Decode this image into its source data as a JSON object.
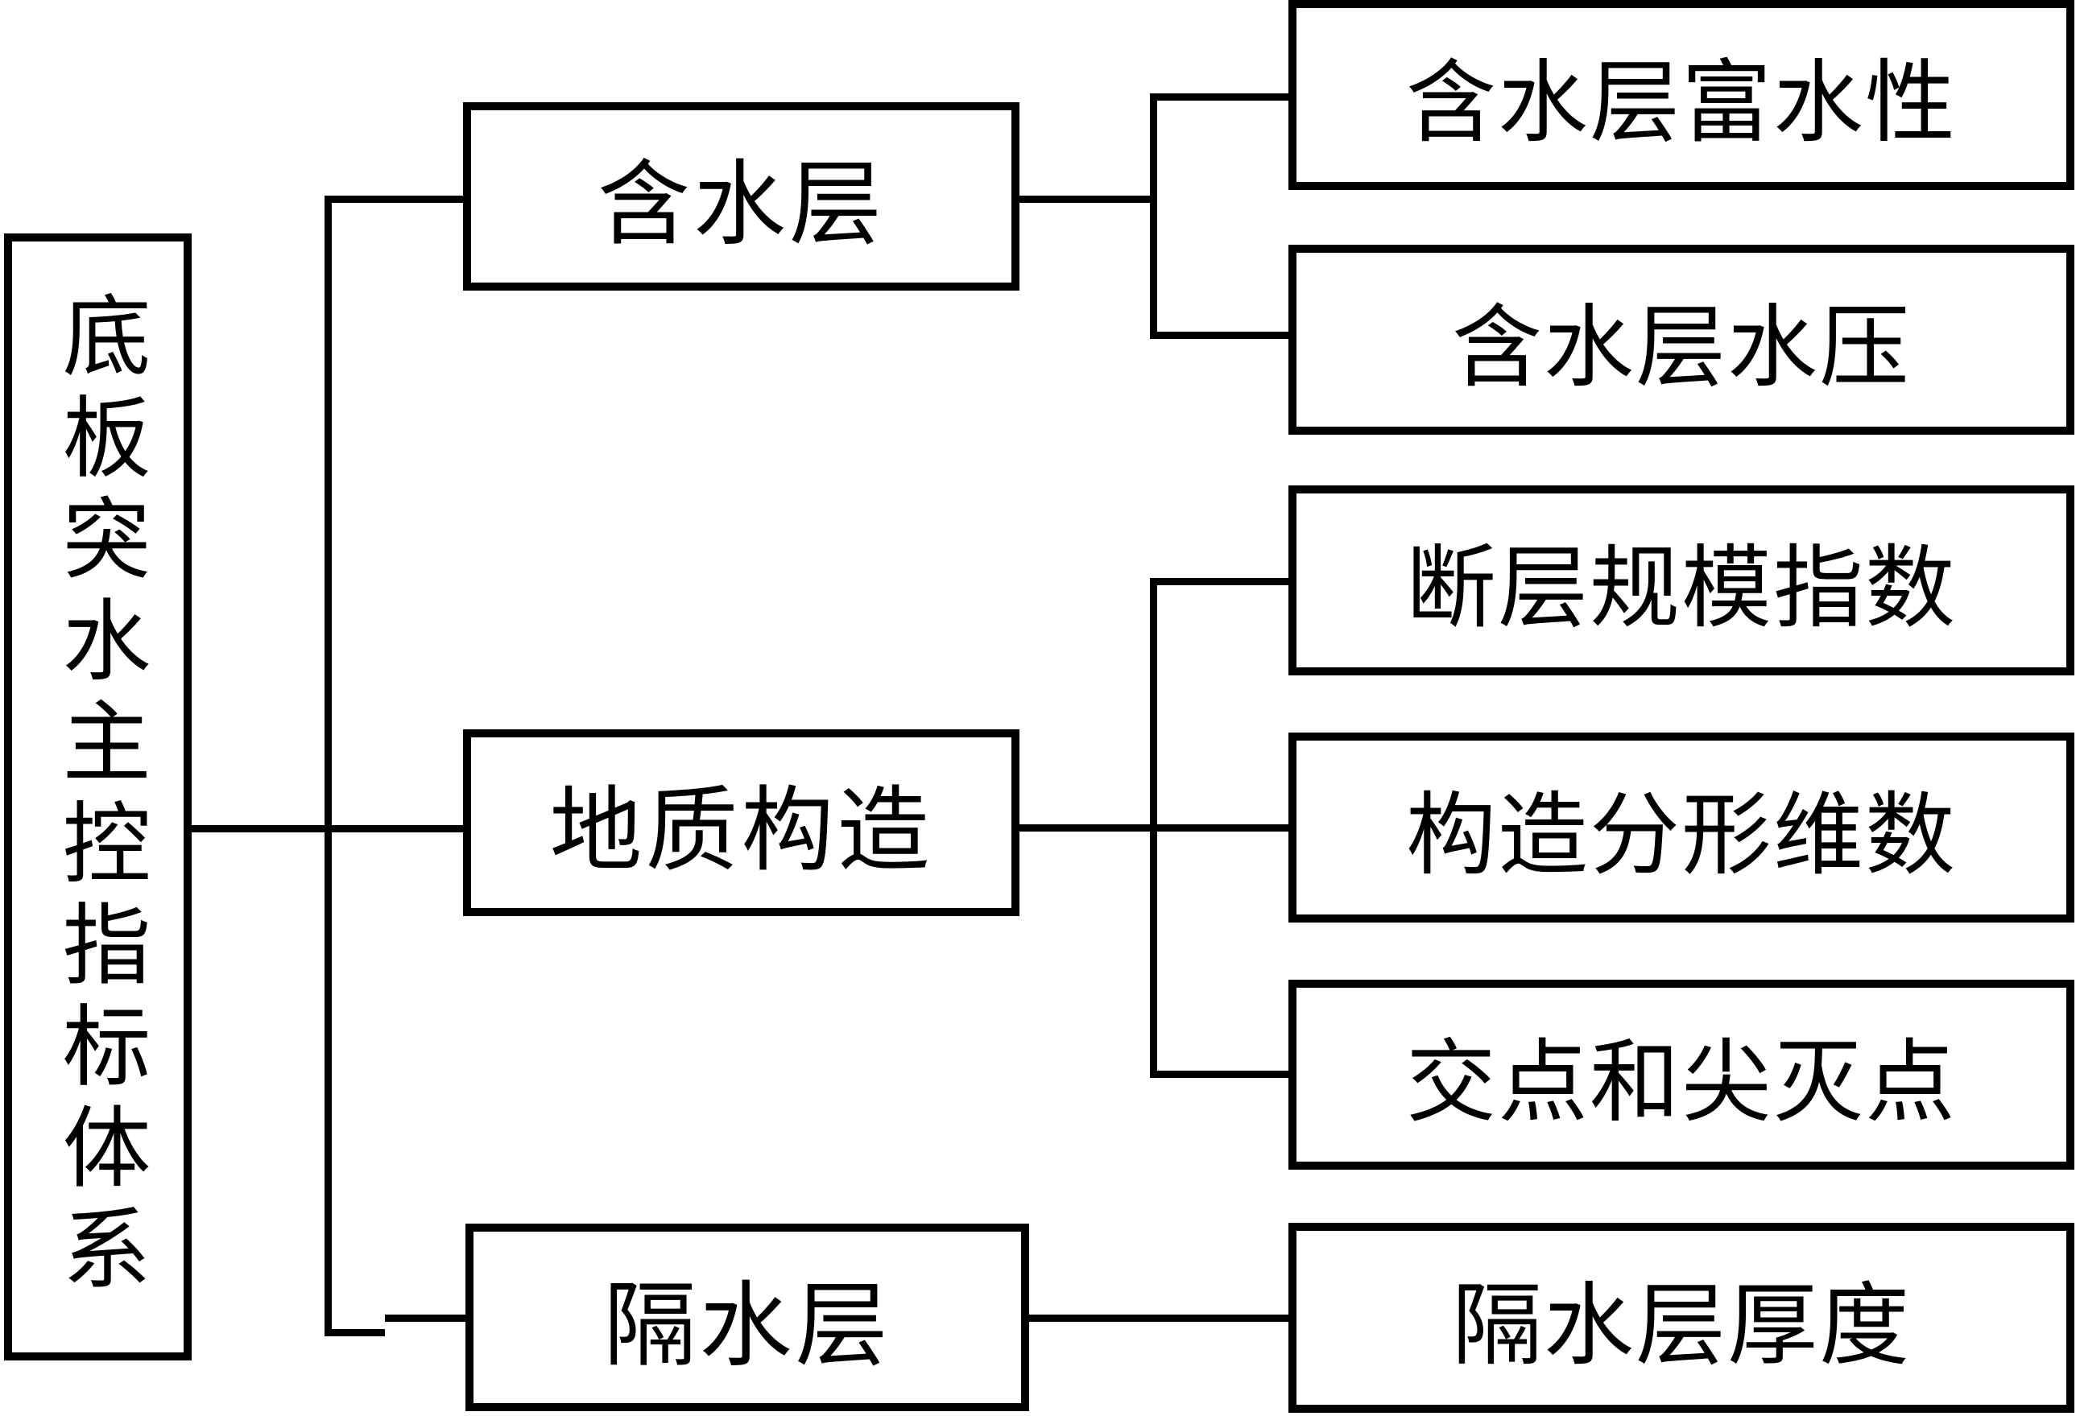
{
  "diagram": {
    "root": {
      "label": "底板突水主控指标体系"
    },
    "groups": [
      {
        "label": "含水层",
        "children": [
          "含水层富水性",
          "含水层水压"
        ]
      },
      {
        "label": "地质构造",
        "children": [
          "断层规模指数",
          "构造分形维数",
          "交点和尖灭点"
        ]
      },
      {
        "label": "隔水层",
        "children": [
          "隔水层厚度"
        ]
      }
    ],
    "colors": {
      "line": "#000000",
      "box_border": "#000000",
      "box_fill": "#ffffff",
      "background": "#ffffff",
      "text": "#000000"
    }
  }
}
